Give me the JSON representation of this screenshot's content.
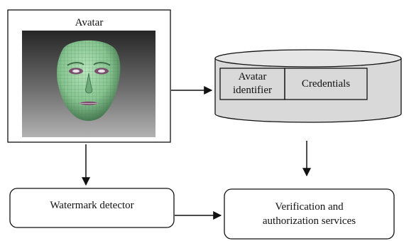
{
  "avatar_box": {
    "title": "Avatar"
  },
  "database": {
    "fields": [
      {
        "line1": "Avatar",
        "line2": "identifier"
      },
      {
        "line1": "Credentials",
        "line2": ""
      }
    ]
  },
  "watermark_detector": {
    "label": "Watermark detector"
  },
  "verification": {
    "line1": "Verification and",
    "line2": "authorization services"
  },
  "colors": {
    "face": "#8fce9a",
    "face_dark": "#3d6e47",
    "backdrop_top": "#2a2a2a",
    "backdrop_bottom": "#a9a9a9",
    "cylinder": "#d6d6d6"
  }
}
